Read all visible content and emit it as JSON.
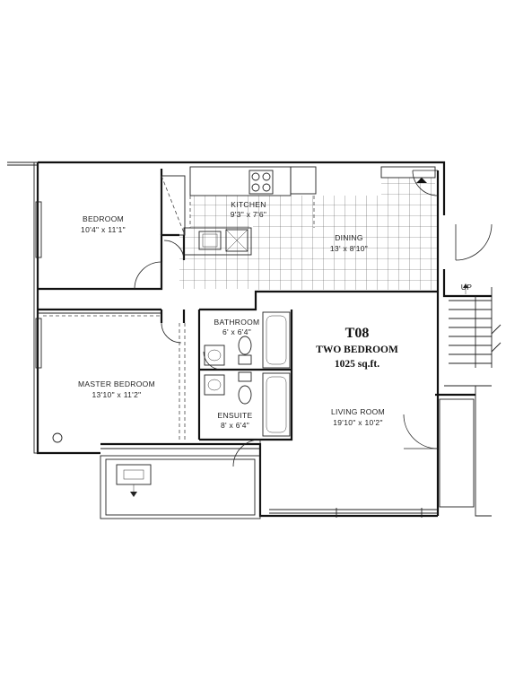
{
  "unit": {
    "code": "T08",
    "type": "TWO BEDROOM",
    "area": "1025 sq.ft."
  },
  "rooms": {
    "bedroom": {
      "name": "BEDROOM",
      "dims": "10'4\" x 11'1\""
    },
    "kitchen": {
      "name": "KITCHEN",
      "dims": "9'3\" x 7'6\""
    },
    "dining": {
      "name": "DINING",
      "dims": "13' x 8'10\""
    },
    "bathroom": {
      "name": "BATHROOM",
      "dims": "6' x 6'4\""
    },
    "master_bedroom": {
      "name": "MASTER BEDROOM",
      "dims": "13'10\" x 11'2\""
    },
    "ensuite": {
      "name": "ENSUITE",
      "dims": "8' x 6'4\""
    },
    "living_room": {
      "name": "LIVING ROOM",
      "dims": "19'10\" x 10'2\""
    }
  },
  "annotations": {
    "stair_up": "UP"
  }
}
